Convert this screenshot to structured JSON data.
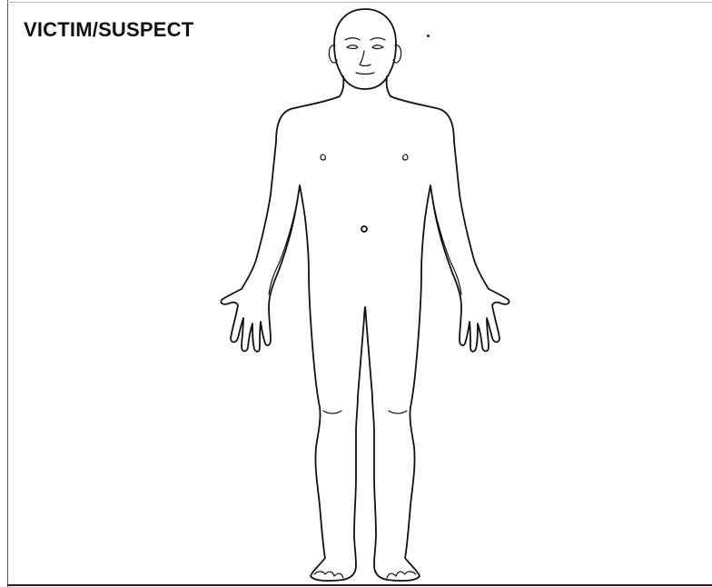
{
  "form": {
    "heading": "VICTIM/SUSPECT"
  },
  "figure": {
    "view": "front",
    "subject": "human-body-outline"
  }
}
